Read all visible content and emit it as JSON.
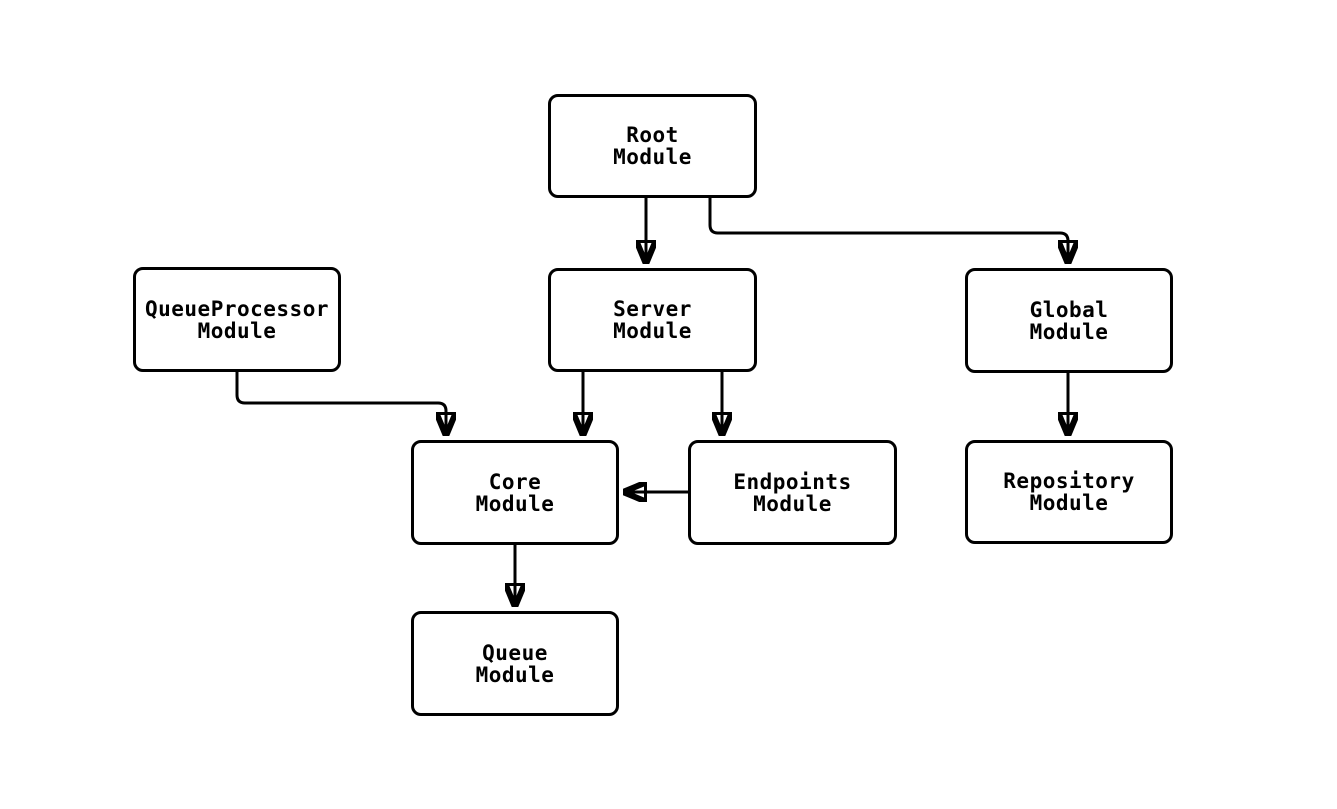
{
  "diagram": {
    "type": "module-dependency-flowchart",
    "background_color": "#ffffff",
    "node_fill_color": "#ffffff",
    "node_border_color": "#000000",
    "edge_color": "#000000",
    "text_color": "#000000",
    "nodes": [
      {
        "id": "root",
        "lines": [
          "Root",
          "Module"
        ]
      },
      {
        "id": "queueprocessor",
        "lines": [
          "QueueProcessor",
          "Module"
        ]
      },
      {
        "id": "server",
        "lines": [
          "Server",
          "Module"
        ]
      },
      {
        "id": "global",
        "lines": [
          "Global",
          "Module"
        ]
      },
      {
        "id": "core",
        "lines": [
          "Core",
          "Module"
        ]
      },
      {
        "id": "endpoints",
        "lines": [
          "Endpoints",
          "Module"
        ]
      },
      {
        "id": "repository",
        "lines": [
          "Repository",
          "Module"
        ]
      },
      {
        "id": "queue",
        "lines": [
          "Queue",
          "Module"
        ]
      }
    ],
    "edges": [
      {
        "from": "Root Module",
        "to": "Server Module"
      },
      {
        "from": "Root Module",
        "to": "Global Module"
      },
      {
        "from": "QueueProcessor Module",
        "to": "Core Module"
      },
      {
        "from": "Server Module",
        "to": "Core Module"
      },
      {
        "from": "Server Module",
        "to": "Endpoints Module"
      },
      {
        "from": "Endpoints Module",
        "to": "Core Module"
      },
      {
        "from": "Global Module",
        "to": "Repository Module"
      },
      {
        "from": "Core Module",
        "to": "Queue Module"
      }
    ]
  }
}
